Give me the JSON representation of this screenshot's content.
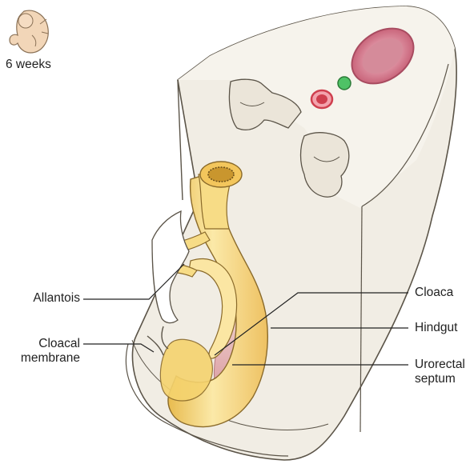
{
  "stage_label": "6 weeks",
  "labels": {
    "allantois": "Allantois",
    "cloacal_membrane": "Cloacal\nmembrane",
    "cloaca": "Cloaca",
    "hindgut": "Hindgut",
    "urorectal_septum": "Urorectal\nseptum"
  },
  "colors": {
    "body_fill": "#f1ede4",
    "body_shadow": "#e3ddd0",
    "outline": "#5b5448",
    "gut_fill": "#f6d67a",
    "gut_highlight": "#fbefc4",
    "gut_shadow": "#e4b64d",
    "septum_fill": "#e6b9b9",
    "vessel_pink": "#c9647a",
    "vessel_red": "#cf3f4e",
    "vessel_green": "#3fa94f",
    "leader_line": "#222222"
  }
}
